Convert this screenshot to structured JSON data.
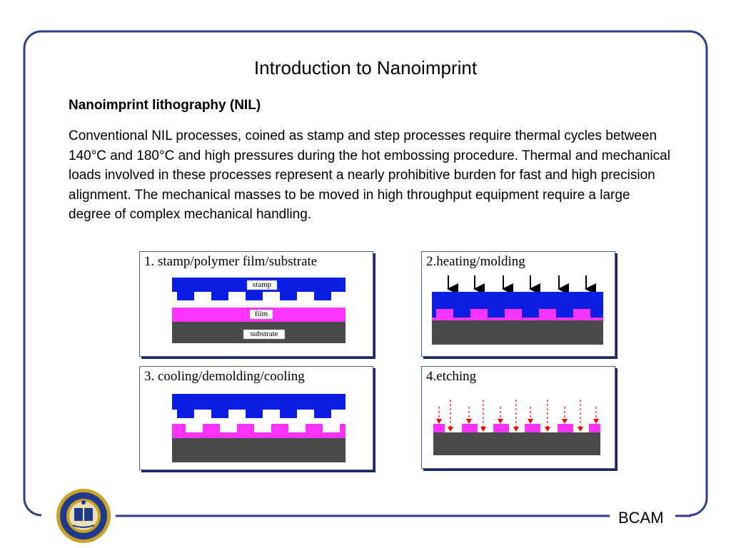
{
  "slide": {
    "title": "Introduction to Nanoimprint",
    "subtitle": "Nanoimprint lithography (NIL)",
    "body": "Conventional NIL processes, coined as stamp and step processes require thermal cycles between 140°C and 180°C and high pressures during the hot embossing procedure. Thermal and mechanical loads involved in these processes represent a nearly prohibitive burden for fast and high precision alignment. The mechanical masses to be moved in high throughput equipment require a large degree of complex mechanical handling.",
    "footer_label": "BCAM"
  },
  "colors": {
    "frame": "#2e3e8c",
    "stamp": "#0a1ee6",
    "film": "#ff33ff",
    "substrate": "#4a4a4a",
    "arrow_black": "#000000",
    "arrow_red": "#ff0000",
    "seal_gold": "#c9a227",
    "seal_blue": "#1f3a8a"
  },
  "figure": {
    "panels": [
      {
        "title": "1. stamp/polymer film/substrate",
        "labels": {
          "stamp": "stamp",
          "film": "film",
          "substrate": "substrate"
        }
      },
      {
        "title": "2.heating/molding"
      },
      {
        "title": "3. cooling/demolding/cooling"
      },
      {
        "title": "4.etching"
      }
    ]
  },
  "logo": {
    "icon": "university-seal-icon"
  }
}
